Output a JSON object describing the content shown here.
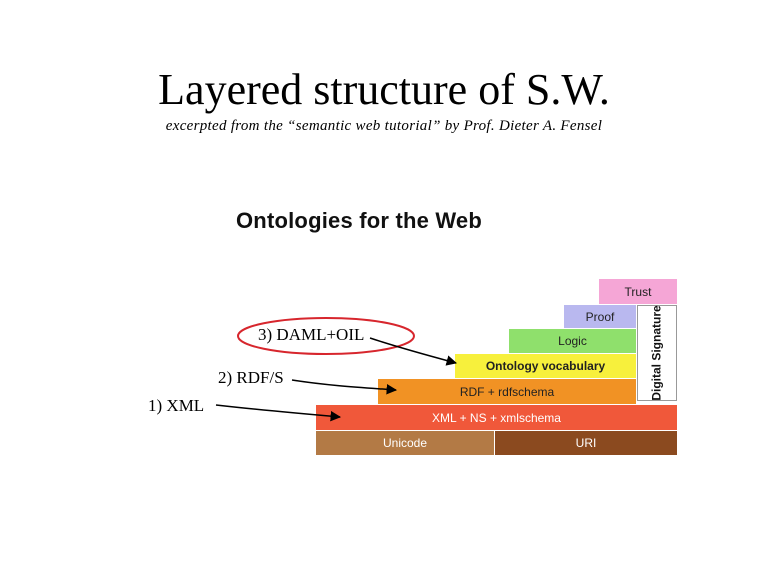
{
  "slide": {
    "title": "Layered structure of S.W.",
    "subtitle": "excerpted from the “semantic web tutorial” by Prof. Dieter A. Fensel"
  },
  "diagram": {
    "heading": "Ontologies for the Web",
    "layers": {
      "trust": "Trust",
      "proof": "Proof",
      "logic": "Logic",
      "ontology": "Ontology vocabulary",
      "rdf": "RDF + rdfschema",
      "xml": "XML + NS + xmlschema",
      "unicode": "Unicode",
      "uri": "URI",
      "signature": "Digital Signature"
    },
    "colors": {
      "trust": "#f5a6d6",
      "proof": "#b9b8ef",
      "logic": "#8fe06c",
      "ontology": "#f7f03c",
      "rdf": "#f19224",
      "xml": "#f0583a",
      "unicode": "#b37a45",
      "uri": "#8b4a1f",
      "callout_circle": "#d7262d"
    }
  },
  "callouts": {
    "daml": "3) DAML+OIL",
    "rdfs": "2) RDF/S",
    "xml": "1) XML"
  }
}
